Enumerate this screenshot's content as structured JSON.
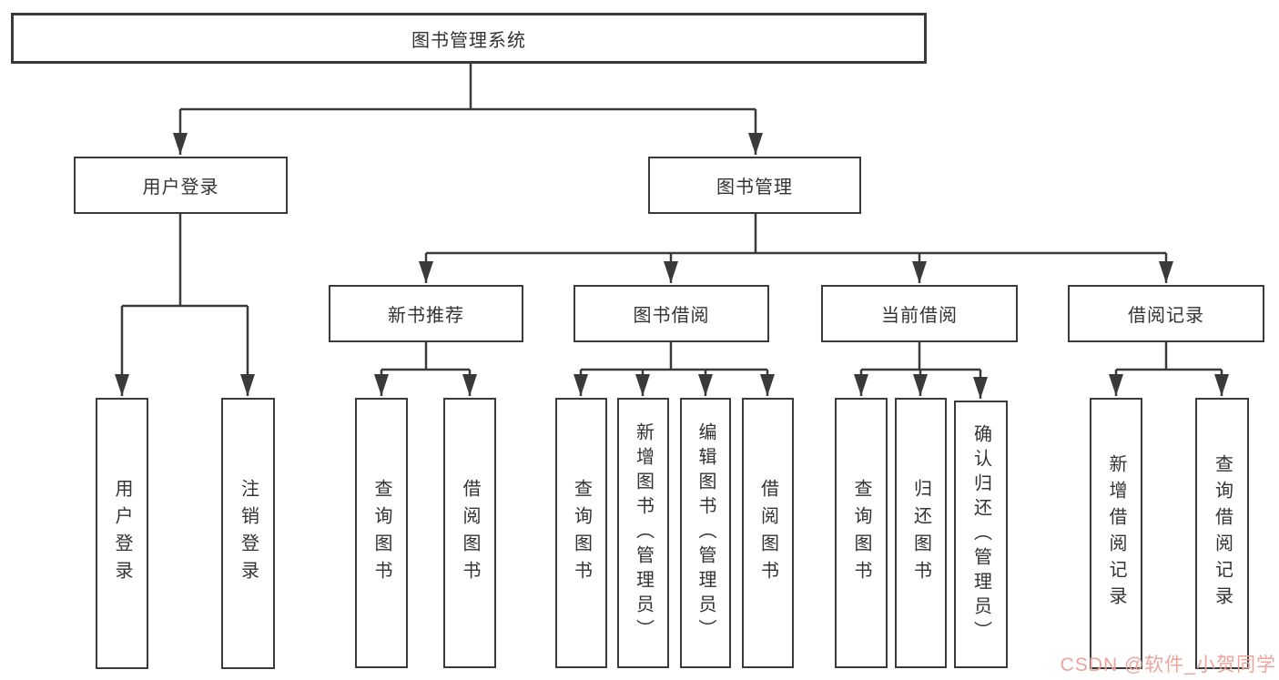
{
  "colors": {
    "line": "#3a3a3a",
    "text": "#333333",
    "background": "#ffffff",
    "watermark": "#eda49c"
  },
  "diagram": {
    "root": "图书管理系统",
    "level2": [
      "用户登录",
      "图书管理"
    ],
    "level3": [
      "新书推荐",
      "图书借阅",
      "当前借阅",
      "借阅记录"
    ],
    "leaves_user_login": [
      "用户登录",
      "注销登录"
    ],
    "leaves_new_book": [
      "查询图书",
      "借阅图书"
    ],
    "leaves_book_borrow": [
      "查询图书",
      "新增图书（管理员）",
      "编辑图书（管理员）",
      "借阅图书"
    ],
    "leaves_current_borrow": [
      "查询图书",
      "归还图书",
      "确认归还（管理员）"
    ],
    "leaves_records": [
      "新增借阅记录",
      "查询借阅记录"
    ]
  },
  "watermark": {
    "text": "CSDN @软件_小贺同学"
  }
}
